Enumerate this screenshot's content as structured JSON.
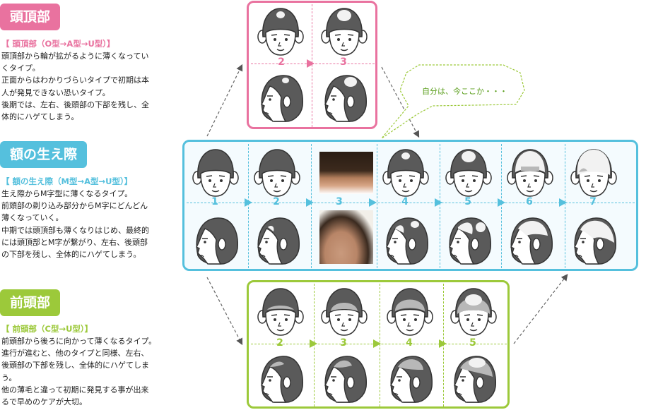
{
  "sections": [
    {
      "id": "crown",
      "tag": "頭頂部",
      "subtitle": "【 頭頂部（O型→A型→U型）】",
      "lines": [
        "頭頂部から輪が拡がるように薄くなってい",
        "くタイプ。",
        "正面からはわかりづらいタイプで初期は本",
        "人が発見できない恐いタイプ。",
        "後期では、左右、後頭部の下部を残し、全",
        "体的にハゲてしまう。"
      ],
      "color": "#e9729f",
      "steps": [
        "2",
        "3"
      ]
    },
    {
      "id": "hairline",
      "tag": "額の生え際",
      "subtitle": "【 額の生え際（M型→A型→U型）】",
      "lines": [
        "生え際からM字型に薄くなるタイプ。",
        "前頭部の剃り込み部分からM字にどんどん",
        "薄くなっていく。",
        "中期では頭頂部も薄くなりはじめ、最終的",
        "には頭頂部とM字が繋がり、左右、後頭部",
        "の下部を残し、全体的にハゲてしまう。"
      ],
      "color": "#55c0dd",
      "steps": [
        "1",
        "2",
        "3",
        "4",
        "5",
        "6",
        "7"
      ]
    },
    {
      "id": "front",
      "tag": "前頭部",
      "subtitle": "【 前頭部（C型→U型）】",
      "lines": [
        "前頭部から後ろに向かって薄くなるタイプ。",
        "進行が進むと、他のタイプと同様、左右、",
        "後頭部の下部を残し、全体的にハゲてしま",
        "う。",
        "他の薄毛と違って初期に発見する事が出来",
        "るで早めのケアが大切。"
      ],
      "color": "#9cc93a",
      "steps": [
        "2",
        "3",
        "4",
        "5"
      ]
    }
  ],
  "bubble": "自分は、今ここか・・・",
  "colors": {
    "hair": "#5a5a5a",
    "bald": "#f2f2f2",
    "skin": "#ffffff",
    "line": "#333333",
    "thin": "#b8b8b8"
  }
}
